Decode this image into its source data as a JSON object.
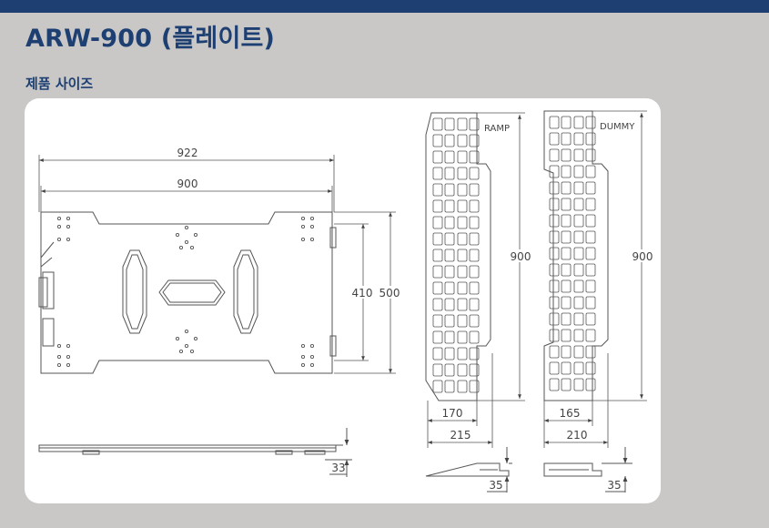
{
  "header": {
    "title": "ARW-900 (플레이트)",
    "section_title": "제품 사이즈"
  },
  "drawing": {
    "plate": {
      "overall_width": "922",
      "inner_width": "900",
      "inner_depth": "410",
      "overall_depth": "500",
      "side_height": "33"
    },
    "ramp": {
      "label": "RAMP",
      "length": "900",
      "inner_width": "170",
      "overall_width": "215",
      "height": "35"
    },
    "dummy": {
      "label": "DUMMY",
      "length": "900",
      "inner_width": "165",
      "overall_width": "210",
      "height": "35"
    }
  },
  "colors": {
    "header_bar": "#1e3f72",
    "title_text": "#1e3f72",
    "background": "#c9c8c6",
    "panel": "#ffffff",
    "line": "#555555"
  }
}
